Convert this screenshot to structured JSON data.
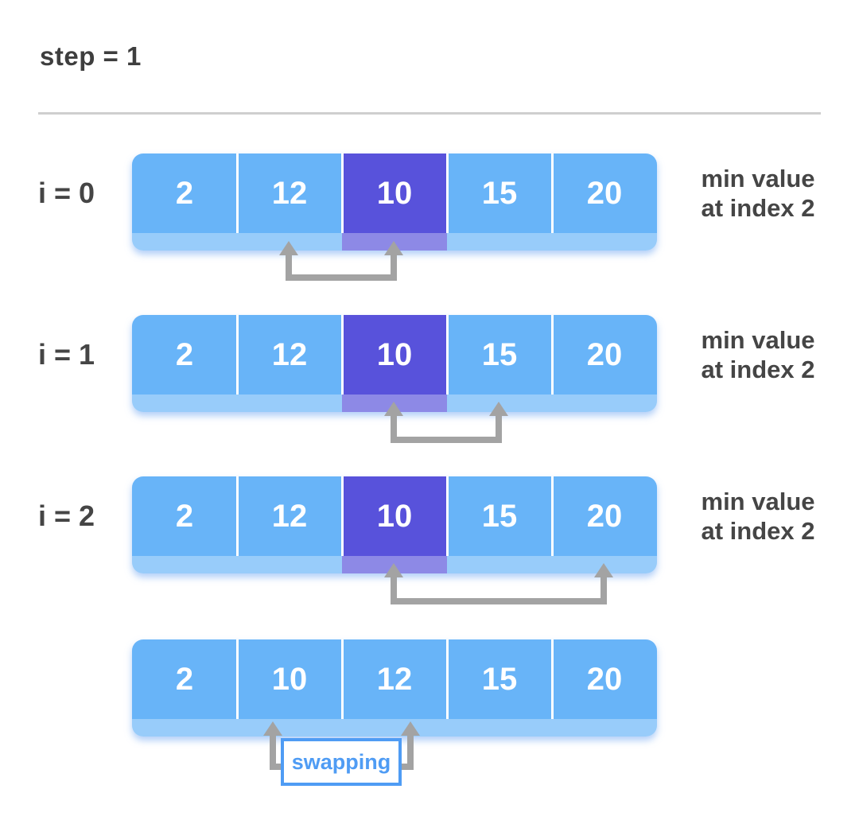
{
  "title": "step = 1",
  "rows": [
    {
      "label": "i = 0",
      "values": [
        "2",
        "12",
        "10",
        "15",
        "20"
      ],
      "highlight_index": 2,
      "note": [
        "min value",
        "at index 2"
      ]
    },
    {
      "label": "i = 1",
      "values": [
        "2",
        "12",
        "10",
        "15",
        "20"
      ],
      "highlight_index": 2,
      "note": [
        "min value",
        "at index 2"
      ]
    },
    {
      "label": "i = 2",
      "values": [
        "2",
        "12",
        "10",
        "15",
        "20"
      ],
      "highlight_index": 2,
      "note": [
        "min value",
        "at index 2"
      ]
    },
    {
      "label": "",
      "values": [
        "2",
        "10",
        "12",
        "15",
        "20"
      ],
      "highlight_index": null,
      "note": []
    }
  ],
  "swap_box": {
    "label": "swapping"
  },
  "colors": {
    "cell_blue": "#68b4f8",
    "cell_highlight_purple": "#5852db",
    "arrow_gray": "#a3a3a3",
    "text_dark_gray": "#454545",
    "swap_blue": "#4f9cf4",
    "divider_line_gray": "#cfcfcf",
    "cell_text_white": "#ffffff"
  }
}
